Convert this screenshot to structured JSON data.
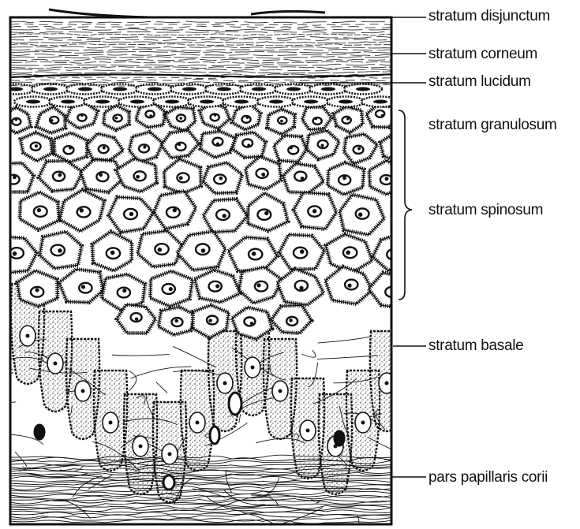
{
  "figure": {
    "labels": {
      "disjunctum": "stratum disjunctum",
      "corneum": "stratum corneum",
      "lucidum": "stratum lucidum",
      "granulosum": "stratum granulosum",
      "spinosum": "stratum spinosum",
      "basale": "stratum basale",
      "papillaris": "pars papillaris corii"
    },
    "ink_color": "#111111",
    "paper_color": "#ffffff"
  }
}
